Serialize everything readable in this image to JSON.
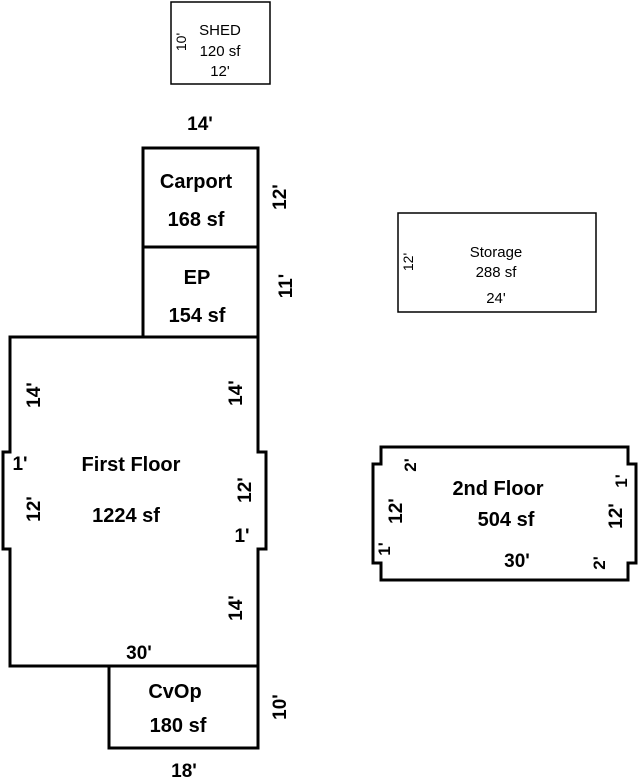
{
  "sketch": {
    "shed": {
      "name": "SHED",
      "area": "120 sf",
      "width": "12'",
      "depth": "10'"
    },
    "carport": {
      "name": "Carport",
      "area": "168 sf",
      "width": "14'",
      "depth": "12'"
    },
    "ep": {
      "name": "EP",
      "area": "154 sf",
      "depth": "11'"
    },
    "first_floor": {
      "name": "First Floor",
      "area": "1224 sf",
      "left_upper": "14'",
      "left_bump_width": "1'",
      "left_bump_depth": "12'",
      "right_upper": "14'",
      "right_bump_depth": "12'",
      "right_bump_width": "1'",
      "right_lower": "14'",
      "bottom": "30'"
    },
    "cvop": {
      "name": "CvOp",
      "area": "180 sf",
      "width": "18'",
      "depth": "10'"
    },
    "storage": {
      "name": "Storage",
      "area": "288 sf",
      "width": "24'",
      "depth": "12'"
    },
    "second_floor": {
      "name": "2nd Floor",
      "area": "504 sf",
      "width": "30'",
      "left_depth": "12'",
      "left_notch_top": "2'",
      "left_notch_bottom": "1'",
      "right_depth": "12'",
      "right_notch_top": "1'",
      "right_notch_bottom": "2'"
    }
  }
}
